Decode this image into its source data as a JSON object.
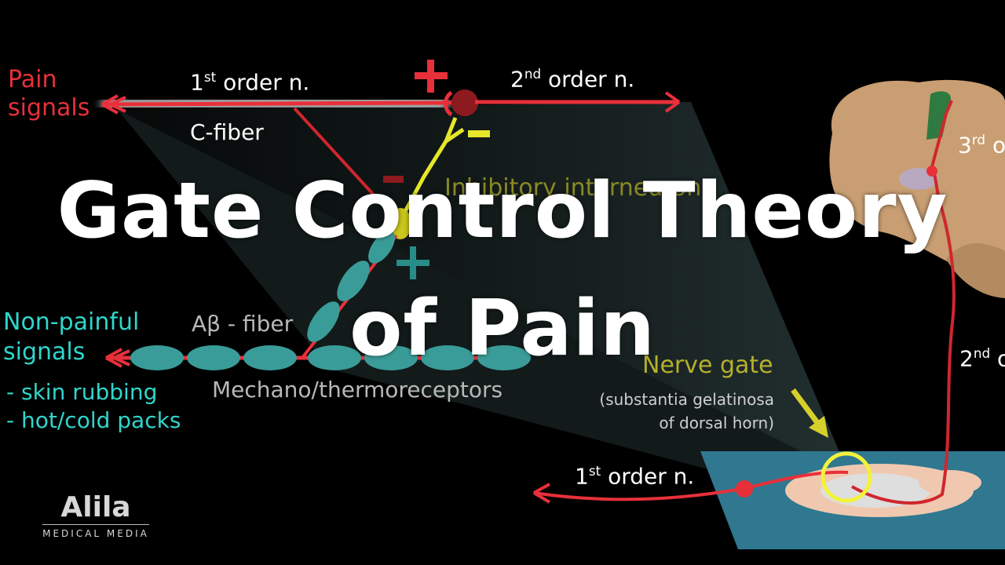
{
  "title": {
    "line1": "Gate Control Theory",
    "line2": "of Pain"
  },
  "pain": {
    "label_line1": "Pain",
    "label_line2": "signals",
    "c_fiber": "C-fiber",
    "first_order_base": "1",
    "first_order_sup": "st",
    "first_order_rest": "order n.",
    "second_order_base": "2",
    "second_order_sup": "nd",
    "second_order_rest": "order n.",
    "plus_sign": "+",
    "minus_sign": "-"
  },
  "interneuron": {
    "label": "Inhibitory interneuron",
    "minus_sign": "-",
    "plus_sign": "+"
  },
  "non_painful": {
    "label_line1": "Non-painful",
    "label_line2": "signals",
    "items": [
      "- skin rubbing",
      "- hot/cold packs"
    ],
    "fiber_label": "Aβ - fiber",
    "receptors": "Mechano/thermoreceptors"
  },
  "gate": {
    "label": "Nerve gate",
    "sub_line1": "(substantia gelatinosa",
    "sub_line2": "of dorsal horn)"
  },
  "spinal": {
    "first_order_base": "1",
    "first_order_sup": "st",
    "first_order_rest": "order n.",
    "second_order_base": "2",
    "second_order_sup": "nd",
    "second_order_rest": "o",
    "third_order_base": "3",
    "third_order_sup": "rd",
    "third_order_rest": "o"
  },
  "logo": {
    "name": "Alila",
    "sub": "MEDICAL MEDIA"
  },
  "colors": {
    "background": "#000000",
    "pain_red": "#e8303a",
    "nonpainful_teal": "#2fd6cc",
    "inhibitory_yellow": "#e6e62a",
    "myelin_teal": "#3a9c98",
    "gate_circle": "#f2f23a",
    "spinal_blue": "#2f7890"
  }
}
